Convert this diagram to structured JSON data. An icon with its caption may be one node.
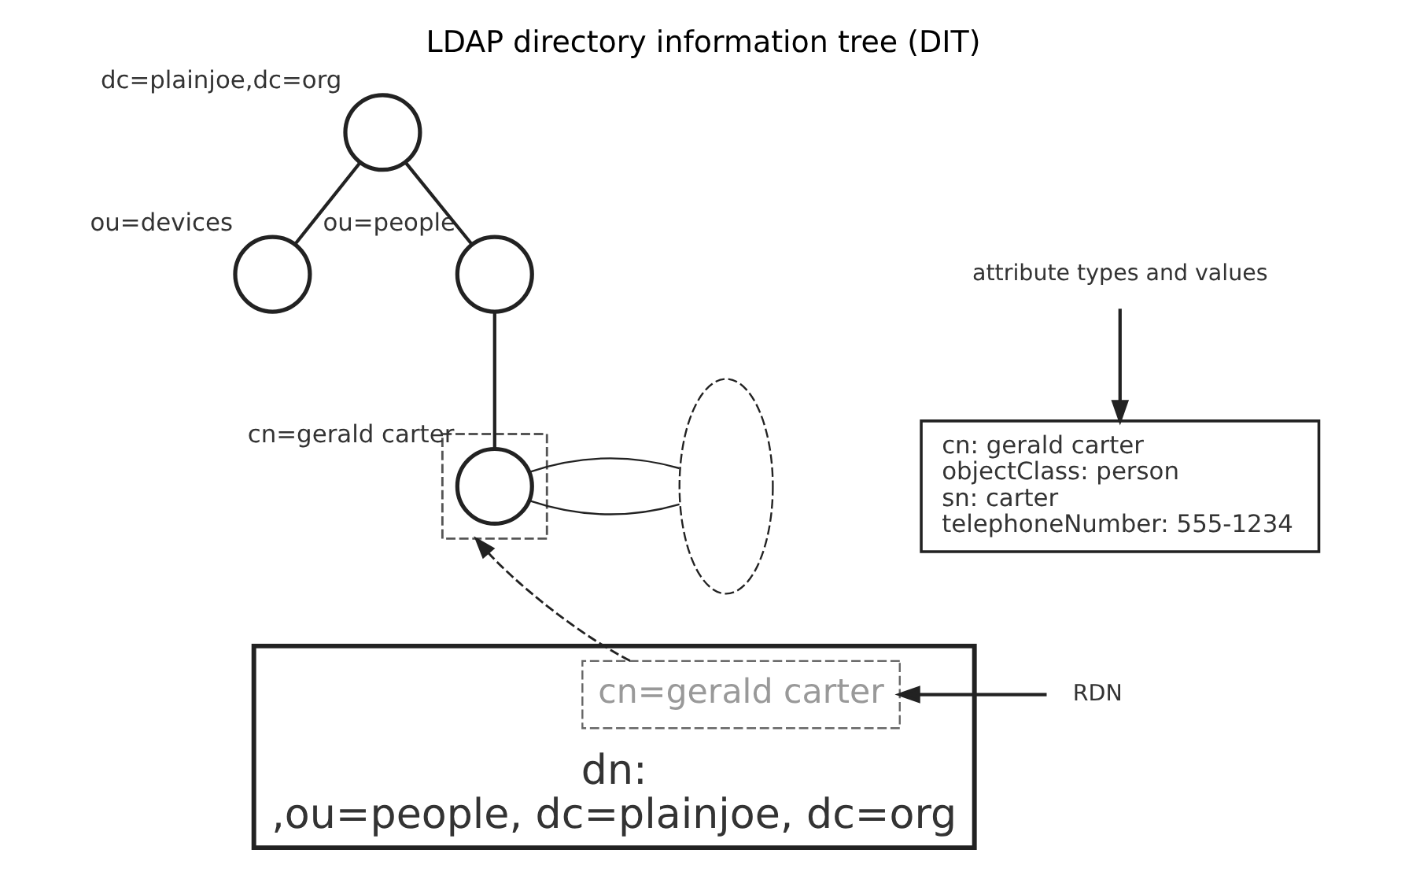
{
  "diagram": {
    "title": "LDAP directory information tree (DIT)",
    "nodes": [
      {
        "text": [
          "dc=plainjoe,dc=org"
        ]
      },
      {
        "text": [
          "ou=devices"
        ]
      },
      {
        "text": [
          "ou=people"
        ]
      },
      {
        "text": [],
        "shape": "box"
      },
      {
        "text": [
          "cn=gerald carter"
        ],
        "in": 3
      },
      {
        "text": [],
        "shape": "ellipse"
      },
      {
        "text": [
          "cn: gerald carter",
          "objectClass: person",
          "sn: carter",
          "telephoneNumber: 555-1234"
        ]
      },
      {
        "text": [
          "attribute types and values"
        ]
      },
      {
        "text": [
          "dn:",
          ",ou=people, dc=plainjoe, dc=org"
        ]
      },
      {
        "text": [
          "cn=gerald carter"
        ],
        "in": 8
      },
      {
        "text": [
          "RDN"
        ]
      }
    ],
    "edges": [
      {
        "from": 0,
        "to": 1,
        "arrow": "none"
      },
      {
        "from": 0,
        "to": 2,
        "arrow": "none"
      },
      {
        "from": 2,
        "to": 4,
        "arrow": "none"
      },
      {
        "from": 4,
        "to": 5,
        "arrow": "none"
      },
      {
        "from": 4,
        "to": 5,
        "arrow": "none"
      },
      {
        "from": 7,
        "to": 6,
        "arrow": "to"
      },
      {
        "from": 9,
        "to": 3,
        "arrow": "to",
        "style": "dashed"
      },
      {
        "from": 10,
        "to": 9,
        "arrow": "to"
      }
    ]
  }
}
